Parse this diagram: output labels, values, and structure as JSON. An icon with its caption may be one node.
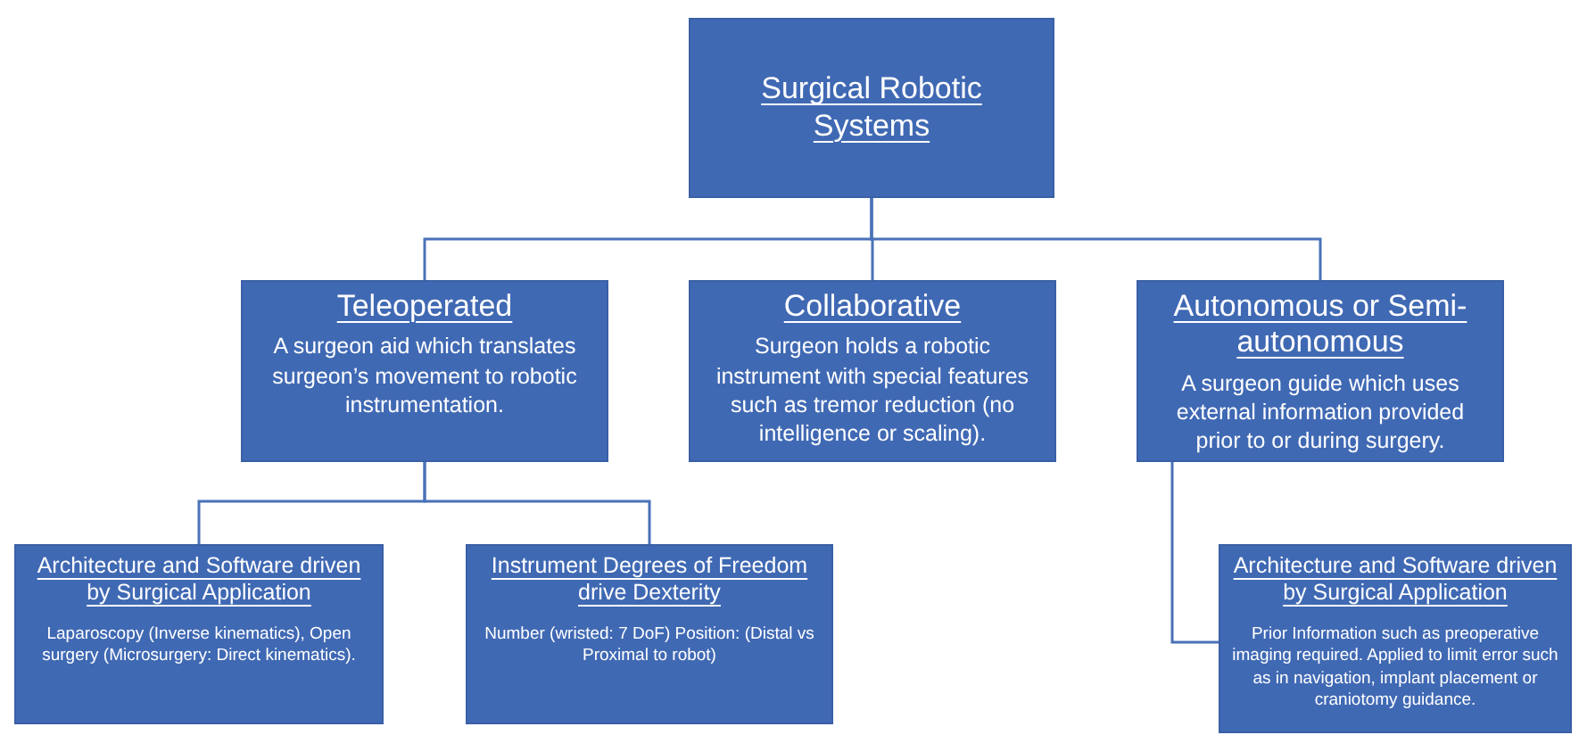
{
  "diagram": {
    "nodes": [
      {
        "text": [
          "Surgical Robotic Systems"
        ]
      },
      {
        "text": [
          "Teleoperated",
          "A surgeon aid which translates surgeon’s movement to robotic instrumentation."
        ]
      },
      {
        "text": [
          "Collaborative",
          "Surgeon holds a robotic instrument with special features such as tremor reduction (no intelligence or scaling)."
        ]
      },
      {
        "text": [
          "Autonomous or Semi-autonomous",
          "A surgeon guide which uses external information provided prior to or during surgery."
        ]
      },
      {
        "text": [
          "Architecture and Software driven by Surgical Application",
          "Laparoscopy (Inverse kinematics), Open surgery (Microsurgery: Direct kinematics)."
        ]
      },
      {
        "text": [
          "Instrument Degrees of Freedom drive Dexterity",
          "Number (wristed: 7 DoF) Position: (Distal vs Proximal to robot)"
        ]
      },
      {
        "text": [
          "Architecture and Software driven by Surgical Application",
          "Prior Information such as preoperative imaging required. Applied to limit error such as in navigation, implant placement or craniotomy guidance."
        ]
      }
    ],
    "edges": [
      {
        "from": 0,
        "to": 1,
        "arrow": "none"
      },
      {
        "from": 0,
        "to": 2,
        "arrow": "none"
      },
      {
        "from": 0,
        "to": 3,
        "arrow": "none"
      },
      {
        "from": 1,
        "to": 4,
        "arrow": "none"
      },
      {
        "from": 1,
        "to": 5,
        "arrow": "none"
      },
      {
        "from": 3,
        "to": 6,
        "arrow": "none"
      }
    ]
  }
}
